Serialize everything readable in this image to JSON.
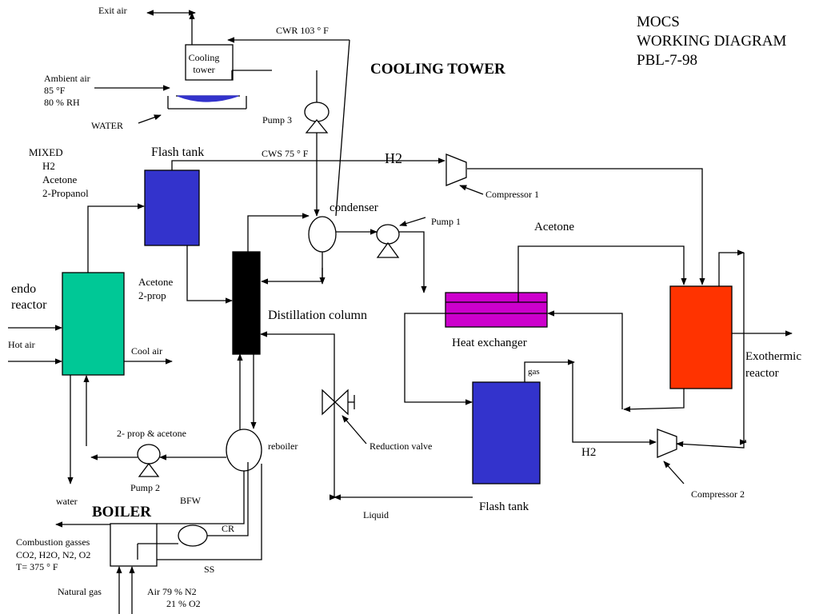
{
  "header": {
    "line1": "MOCS",
    "line2": "WORKING  DIAGRAM",
    "line3": "PBL-7-98"
  },
  "sections": {
    "cooling_tower_title": "COOLING TOWER",
    "boiler_title": "BOILER"
  },
  "labels": {
    "exit_air": "Exit air",
    "cooling_tower_1": "Cooling",
    "cooling_tower_2": "tower",
    "cwr": "CWR 103 ° F",
    "ambient_air": "Ambient air",
    "ambient_temp": "85 °F",
    "ambient_rh": "80 % RH",
    "water_in": "WATER",
    "pump3": "Pump 3",
    "cws": "CWS 75 ° F",
    "mixed_1": "MIXED",
    "mixed_2": "H2",
    "mixed_3": "Acetone",
    "mixed_4": "2-Propanol",
    "flash_tank_top": "Flash tank",
    "h2_top": "H2",
    "compressor1": "Compressor 1",
    "condenser": "condenser",
    "pump1": "Pump 1",
    "acetone": "Acetone",
    "endo_1": "endo",
    "endo_2": "reactor",
    "hot_air": "Hot air",
    "cool_air": "Cool air",
    "acetone_2prop_1": "Acetone",
    "acetone_2prop_2": "2-prop",
    "distillation_column": "Distillation column",
    "heat_exchanger": "Heat exchanger",
    "exo_1": "Exothermic",
    "exo_2": "reactor",
    "gas": "gas",
    "reduction_valve": "Reduction  valve",
    "two_prop_acetone": "2- prop & acetone",
    "reboiler": "reboiler",
    "pump2": "Pump 2",
    "h2_bottom": "H2",
    "compressor2": "Compressor 2",
    "water_out": "water",
    "flash_tank_bottom": "Flash tank",
    "bfw": "BFW",
    "cr": "CR",
    "liquid": "Liquid",
    "combustion_1": "Combustion gasses",
    "combustion_2": "CO2, H2O, N2, O2",
    "combustion_3": "T= 375 ° F",
    "ss": "SS",
    "natural_gas": "Natural  gas",
    "air_1": "Air  79 % N2",
    "air_2": "21 % O2"
  },
  "colors": {
    "flash_tank_top": "#3333cc",
    "flash_tank_bottom": "#3333cc",
    "endo_reactor": "#00c896",
    "distillation_column": "#000000",
    "heat_exchanger": "#cc00cc",
    "exothermic_reactor": "#ff3300",
    "basin_water": "#3333cc",
    "line": "#000000"
  }
}
